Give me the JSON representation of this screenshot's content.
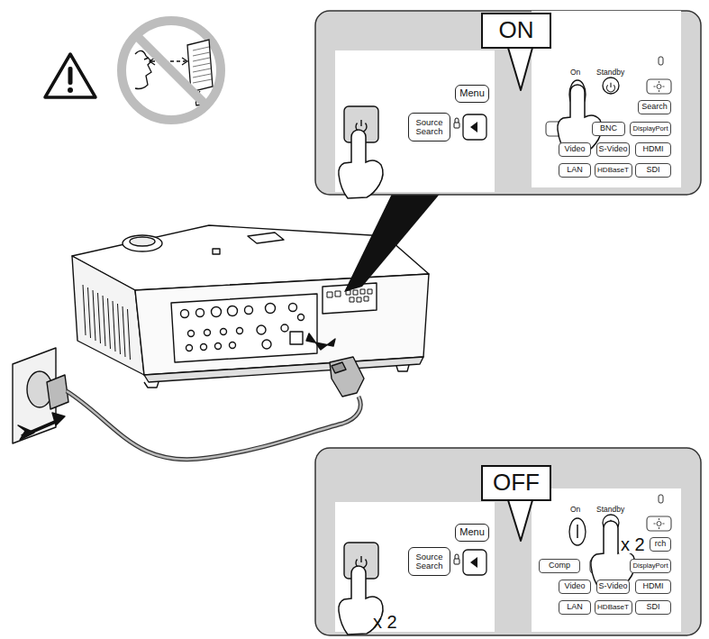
{
  "diagram": {
    "nodes": [
      {
        "text": [
          "ON"
        ]
      },
      {
        "text": [
          "Menu"
        ]
      },
      {
        "text": [
          "Source Search"
        ]
      },
      {
        "text": [
          "Search"
        ]
      },
      {
        "text": [
          "BNC"
        ]
      },
      {
        "text": [
          "DisplayPort"
        ]
      },
      {
        "text": [
          "Video"
        ]
      },
      {
        "text": [
          "S-Video"
        ]
      },
      {
        "text": [
          "HDMI"
        ]
      },
      {
        "text": [
          "LAN"
        ]
      },
      {
        "text": [
          "HDBaseT"
        ]
      },
      {
        "text": [
          "SDI"
        ]
      },
      {
        "text": [
          "OFF"
        ]
      },
      {
        "text": [
          "Menu"
        ]
      },
      {
        "text": [
          "Source Search"
        ]
      },
      {
        "text": [
          "rch"
        ]
      },
      {
        "text": [
          "Comp"
        ]
      },
      {
        "text": [
          "DisplayPort"
        ]
      },
      {
        "text": [
          "Video"
        ]
      },
      {
        "text": [
          "S-Video"
        ]
      },
      {
        "text": [
          "HDMI"
        ]
      },
      {
        "text": [
          "LAN"
        ]
      },
      {
        "text": [
          "HDBaseT"
        ]
      },
      {
        "text": [
          "SDI"
        ]
      }
    ],
    "labels": [
      "On",
      "Standby",
      "On",
      "Standby",
      "x 2",
      "x 2"
    ]
  }
}
